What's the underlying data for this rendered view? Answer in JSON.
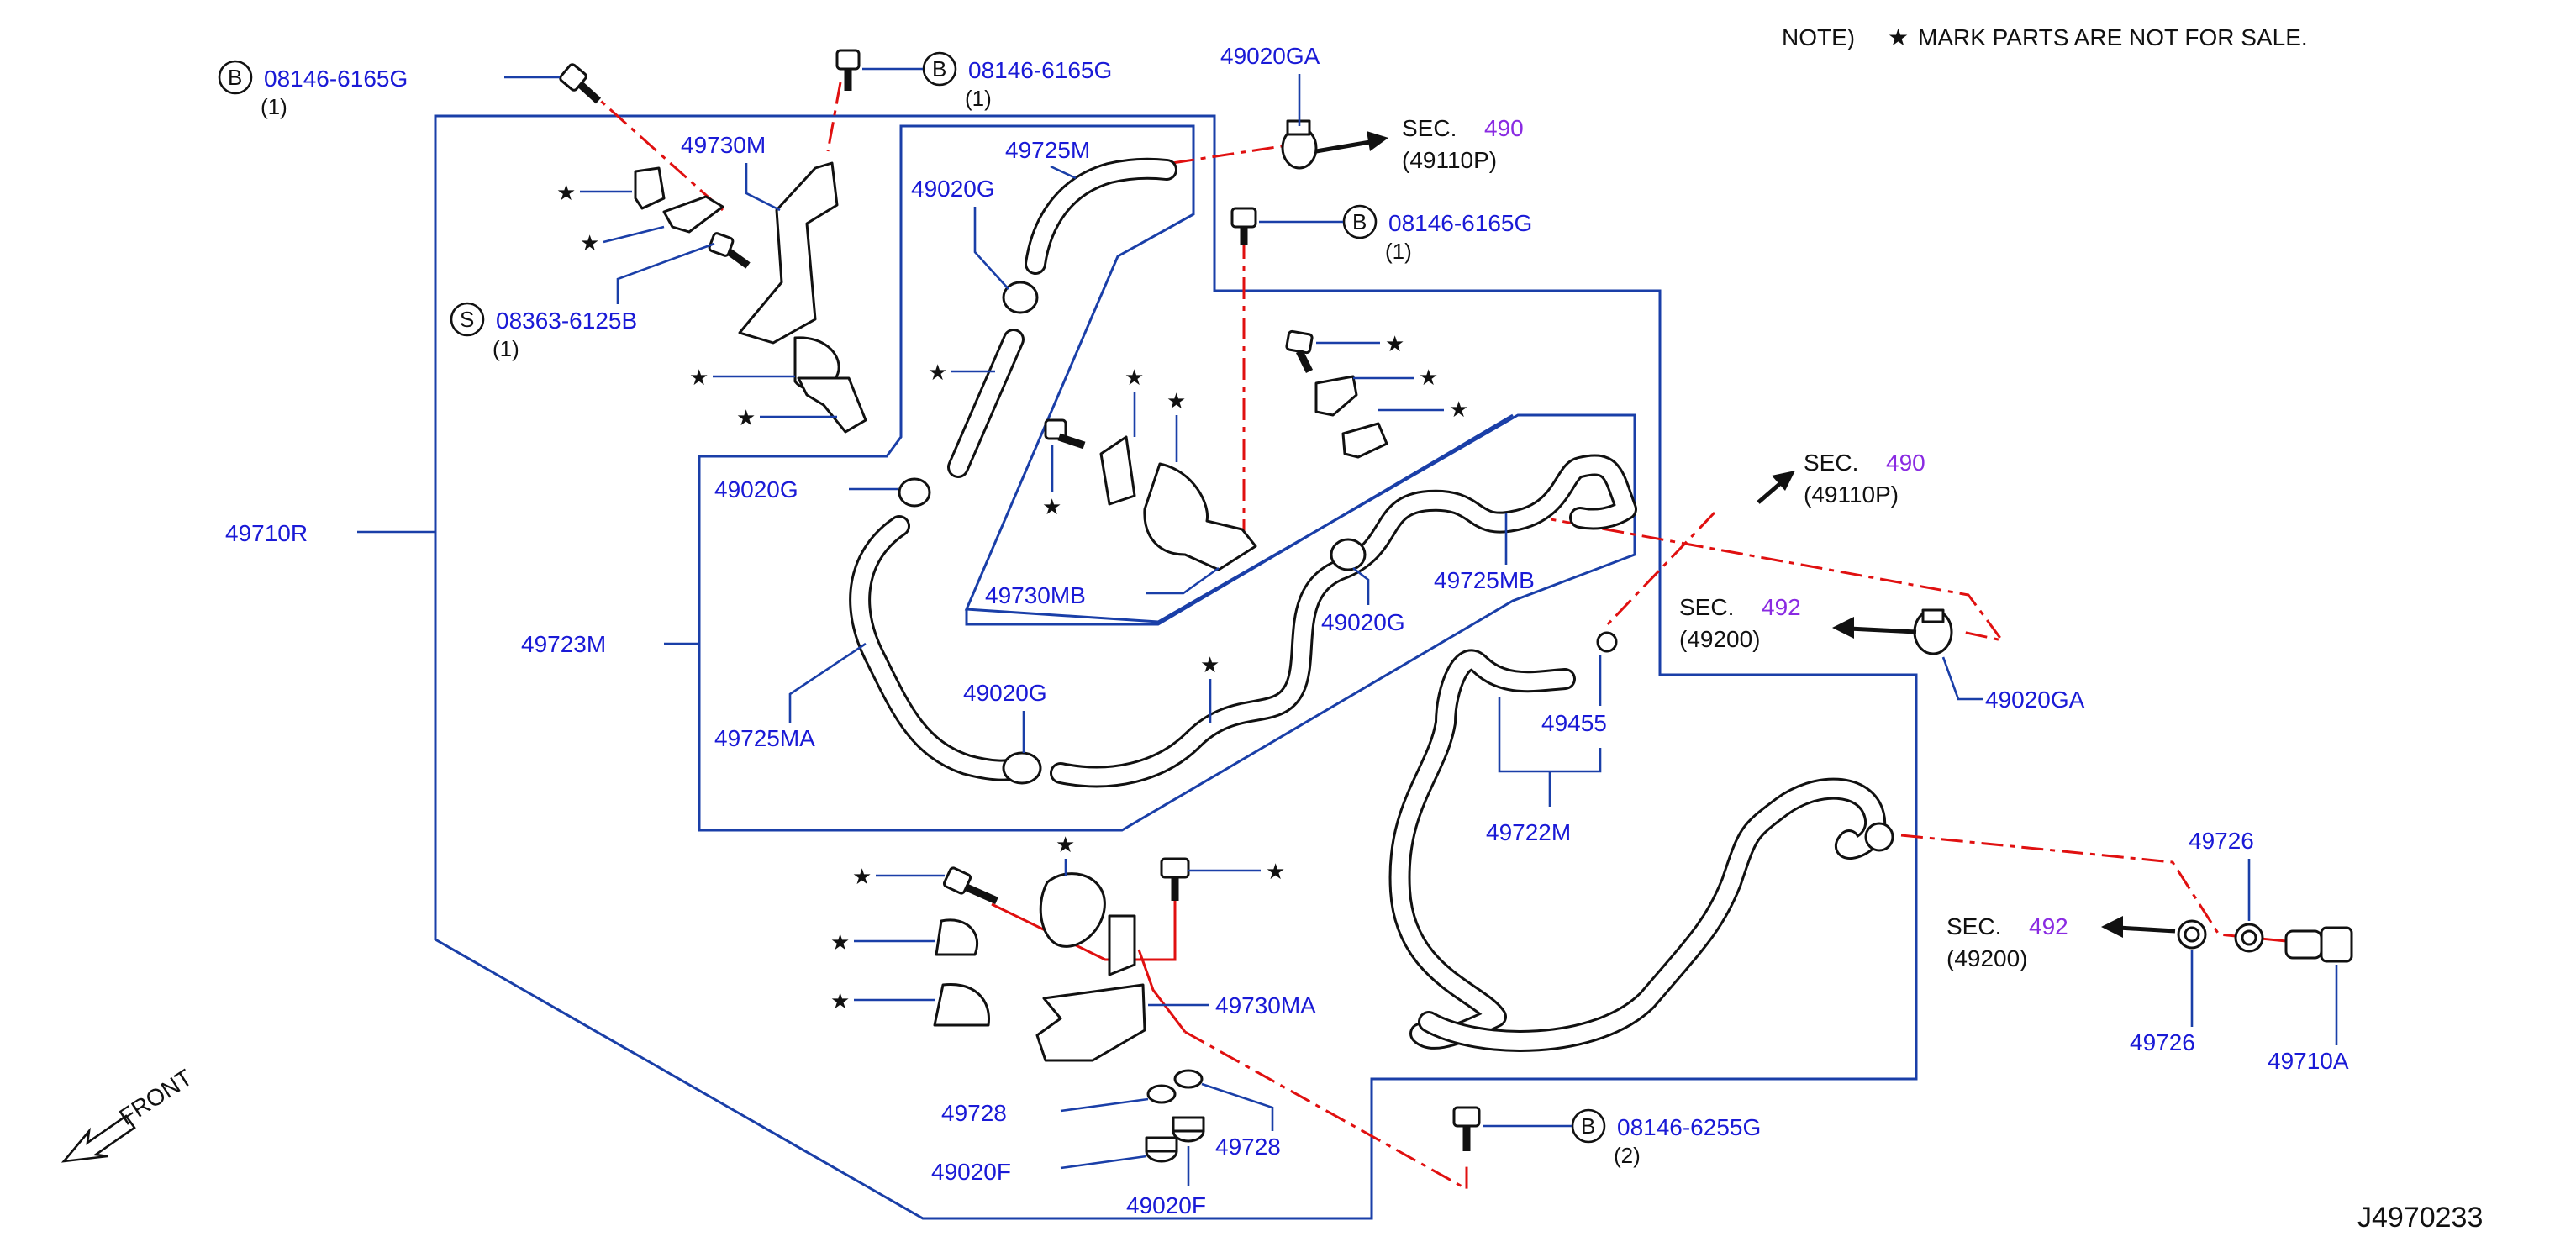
{
  "note": {
    "prefix": "NOTE)",
    "star": "★",
    "text": "MARK  PARTS  ARE  NOT  FOR  SALE."
  },
  "drawing_id": "J4970233",
  "front_label": "FRONT",
  "star_symbol": "★",
  "bolt_callouts": [
    {
      "badge": "B",
      "part": "08146-6165G",
      "qty": "(1)"
    },
    {
      "badge": "B",
      "part": "08146-6165G",
      "qty": "(1)"
    },
    {
      "badge": "B",
      "part": "08146-6165G",
      "qty": "(1)"
    },
    {
      "badge": "S",
      "part": "08363-6125B",
      "qty": "(1)"
    },
    {
      "badge": "B",
      "part": "08146-6255G",
      "qty": "(2)"
    }
  ],
  "section_refs": [
    {
      "sec": "SEC.",
      "num": "490",
      "sub": "(49110P)"
    },
    {
      "sec": "SEC.",
      "num": "490",
      "sub": "(49110P)"
    },
    {
      "sec": "SEC.",
      "num": "492",
      "sub": "(49200)"
    },
    {
      "sec": "SEC.",
      "num": "492",
      "sub": "(49200)"
    }
  ],
  "part_labels": [
    "49020GA",
    "49730M",
    "49725M",
    "49020G",
    "49710R",
    "49020G",
    "49730MB",
    "49723M",
    "49725MB",
    "49020G",
    "49725MA",
    "49020G",
    "49455",
    "49722M",
    "49020GA",
    "49726",
    "49726",
    "49710A",
    "49730MA",
    "49728",
    "49728",
    "49020F",
    "49020F"
  ],
  "colors": {
    "label": "#1a1ad6",
    "frame": "#1a3fa8",
    "dash_line": "#e01010",
    "section_number": "#8a2be2",
    "ink": "#111111"
  }
}
